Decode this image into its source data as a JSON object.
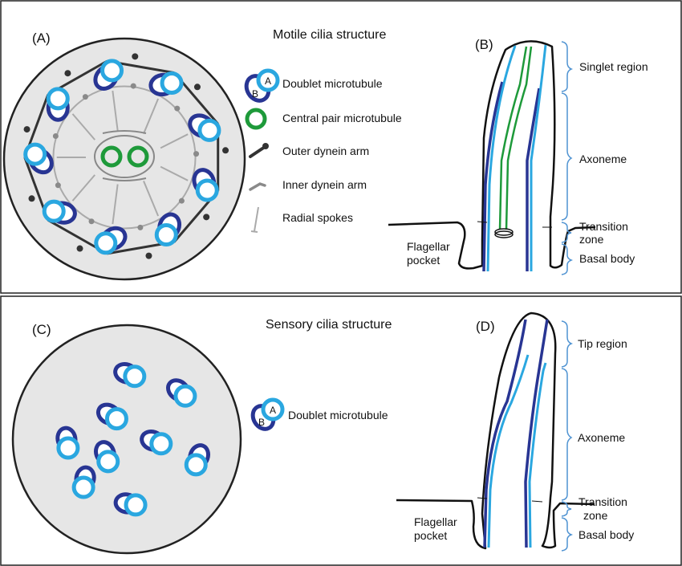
{
  "top": {
    "panel_a_label": "(A)",
    "panel_b_label": "(B)",
    "title": "Motile cilia structure",
    "legend": {
      "doublet_a": "A",
      "doublet_b": "B",
      "doublet": "Doublet microtubule",
      "central_pair": "Central pair microtubule",
      "outer_dynein": "Outer dynein arm",
      "inner_dynein": "Inner dynein arm",
      "radial_spokes": "Radial spokes"
    },
    "regions": {
      "singlet": "Singlet region",
      "axoneme": "Axoneme",
      "transition_1": "Transition",
      "transition_2": "zone",
      "basal_body": "Basal body"
    },
    "pocket_1": "Flagellar",
    "pocket_2": "pocket"
  },
  "bottom": {
    "panel_c_label": "(C)",
    "panel_d_label": "(D)",
    "title": "Sensory cilia structure",
    "legend": {
      "doublet_a": "A",
      "doublet_b": "B",
      "doublet": "Doublet microtubule"
    },
    "regions": {
      "tip": "Tip region",
      "axoneme": "Axoneme",
      "transition_1": "Transition",
      "transition_2": "zone",
      "basal_body": "Basal body"
    },
    "pocket_1": "Flagellar",
    "pocket_2": "pocket"
  },
  "colors": {
    "a_tubule": "#2aa7e0",
    "b_tubule": "#283593",
    "central_pair": "#1e9a3a",
    "dynein": "#333333",
    "spoke": "#aaaaaa",
    "cell_fill": "#e6e6e6",
    "bracket": "#4f93d2"
  }
}
